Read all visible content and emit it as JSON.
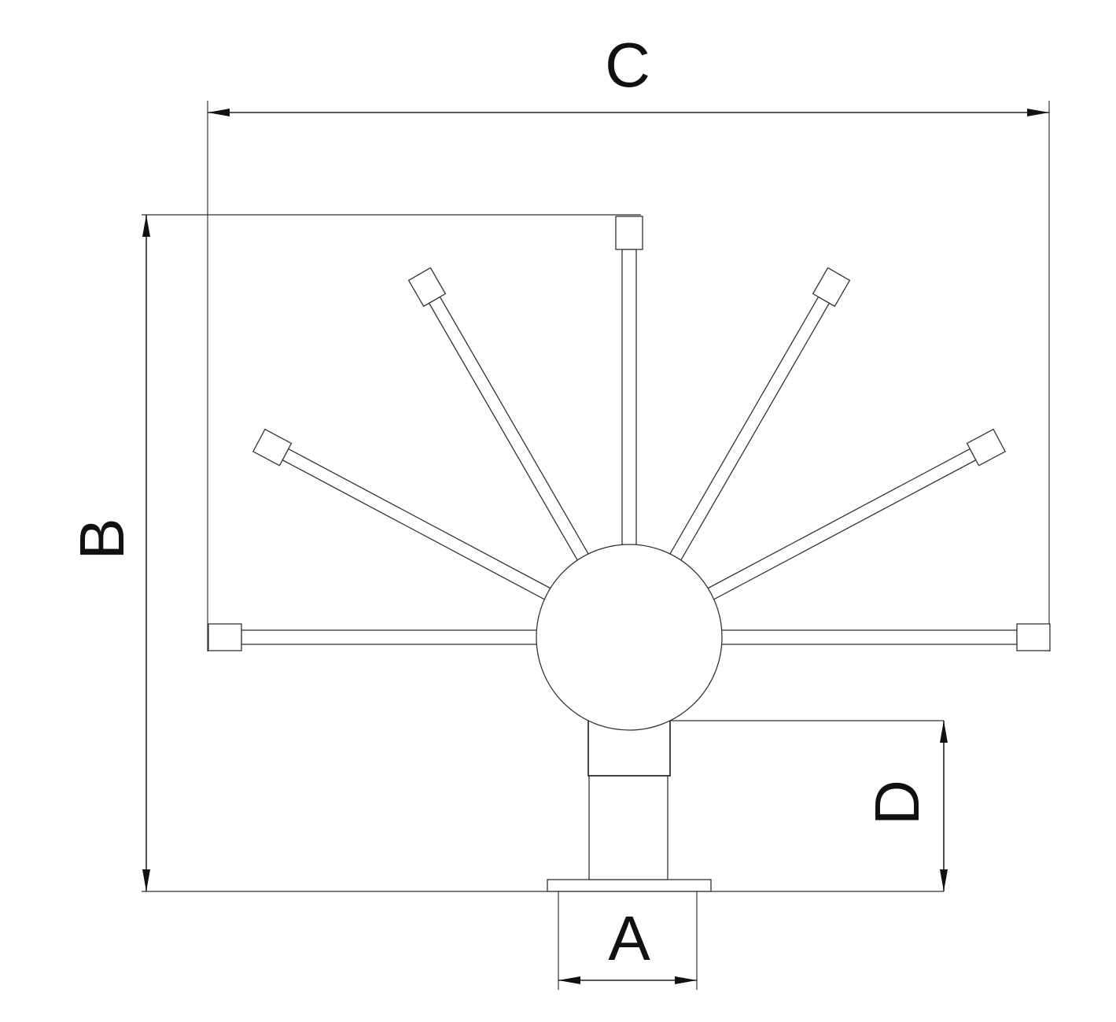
{
  "diagram": {
    "labels": {
      "a": "A",
      "b": "B",
      "c": "C",
      "d": "D"
    },
    "colors": {
      "line": "#333333",
      "text": "#111111",
      "background": "#ffffff"
    }
  }
}
